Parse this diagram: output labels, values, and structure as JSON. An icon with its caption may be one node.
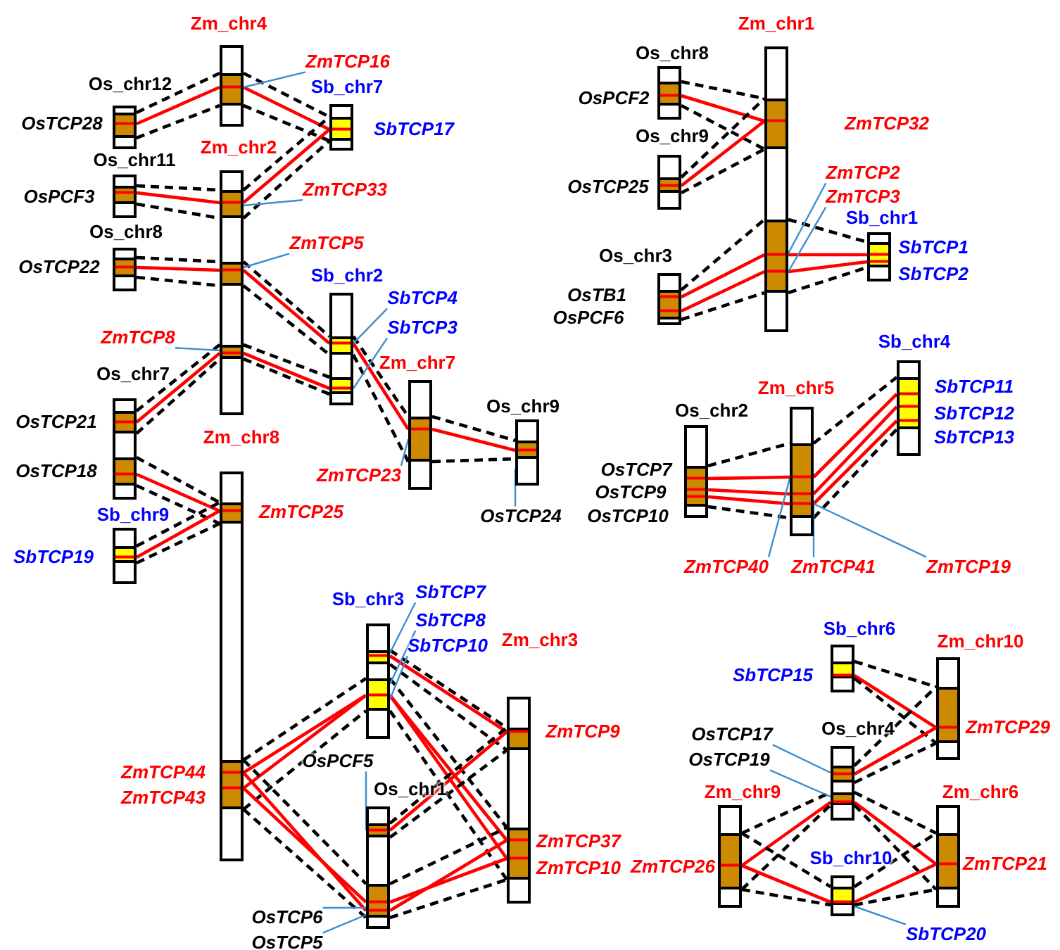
{
  "diagram": {
    "nodes": [
      {
        "text": [
          "Zm_chr4"
        ]
      },
      {
        "text": [
          "Os_chr12"
        ],
        "beside": [
          "OsTCP28"
        ]
      },
      {
        "text": [
          "Sb_chr7"
        ],
        "beside": [
          "SbTCP17"
        ]
      },
      {
        "text": [
          "Zm_chr2"
        ]
      },
      {
        "text": [
          "Os_chr11"
        ],
        "beside": [
          "OsPCF3"
        ]
      },
      {
        "text": [
          "Os_chr8"
        ],
        "beside": [
          "OsTCP22"
        ]
      },
      {
        "text": [
          "Sb_chr2"
        ]
      },
      {
        "text": [
          "Os_chr7"
        ],
        "beside": [
          "OsTCP21",
          "OsTCP18"
        ]
      },
      {
        "text": [
          "Zm_chr7"
        ]
      },
      {
        "text": [
          "Os_chr9"
        ]
      },
      {
        "text": [
          "Zm_chr8"
        ],
        "beside": [
          "ZmTCP25",
          "ZmTCP44",
          "ZmTCP43"
        ]
      },
      {
        "text": [
          "Sb_chr9"
        ],
        "beside": [
          "SbTCP19"
        ]
      },
      {
        "text": [
          "Sb_chr3"
        ]
      },
      {
        "text": [
          "Zm_chr3"
        ],
        "beside": [
          "ZmTCP9",
          "ZmTCP37",
          "ZmTCP10"
        ]
      },
      {
        "text": [
          "Os_chr1"
        ]
      },
      {
        "text": [
          "Zm_chr1"
        ],
        "beside": [
          "ZmTCP32"
        ]
      },
      {
        "text": [
          "Os_chr8"
        ],
        "beside": [
          "OsPCF2"
        ]
      },
      {
        "text": [
          "Os_chr9"
        ],
        "beside": [
          "OsTCP25"
        ]
      },
      {
        "text": [
          "Os_chr3"
        ],
        "beside": [
          "OsTB1",
          "OsPCF6"
        ]
      },
      {
        "text": [
          "Sb_chr1"
        ],
        "beside": [
          "SbTCP1",
          "SbTCP2"
        ]
      },
      {
        "text": [
          "Os_chr2"
        ],
        "beside": [
          "OsTCP7",
          "OsTCP9",
          "OsTCP10"
        ]
      },
      {
        "text": [
          "Zm_chr5"
        ]
      },
      {
        "text": [
          "Sb_chr4"
        ],
        "beside": [
          "SbTCP11",
          "SbTCP12",
          "SbTCP13"
        ]
      },
      {
        "text": [
          "Sb_chr6"
        ],
        "beside": [
          "SbTCP15"
        ]
      },
      {
        "text": [
          "Zm_chr10"
        ],
        "beside": [
          "ZmTCP29"
        ]
      },
      {
        "text": [
          "Os_chr4"
        ]
      },
      {
        "text": [
          "Zm_chr9"
        ],
        "beside": [
          "ZmTCP26"
        ]
      },
      {
        "text": [
          "Zm_chr6"
        ],
        "beside": [
          "ZmTCP21"
        ]
      },
      {
        "text": [
          "Sb_chr10"
        ]
      },
      {
        "text": [
          "ZmTCP16"
        ]
      },
      {
        "text": [
          "ZmTCP33"
        ]
      },
      {
        "text": [
          "ZmTCP5"
        ]
      },
      {
        "text": [
          "ZmTCP8"
        ]
      },
      {
        "text": [
          "SbTCP4"
        ]
      },
      {
        "text": [
          "SbTCP3"
        ]
      },
      {
        "text": [
          "ZmTCP23"
        ]
      },
      {
        "text": [
          "OsTCP24"
        ]
      },
      {
        "text": [
          "SbTCP7"
        ]
      },
      {
        "text": [
          "SbTCP8"
        ]
      },
      {
        "text": [
          "SbTCP10"
        ]
      },
      {
        "text": [
          "OsPCF5"
        ]
      },
      {
        "text": [
          "OsTCP6"
        ]
      },
      {
        "text": [
          "OsTCP5"
        ]
      },
      {
        "text": [
          "ZmTCP2"
        ]
      },
      {
        "text": [
          "ZmTCP3"
        ]
      },
      {
        "text": [
          "ZmTCP40"
        ]
      },
      {
        "text": [
          "ZmTCP41"
        ]
      },
      {
        "text": [
          "ZmTCP19"
        ]
      },
      {
        "text": [
          "OsTCP17"
        ]
      },
      {
        "text": [
          "OsTCP19"
        ]
      },
      {
        "text": [
          "SbTCP20"
        ]
      }
    ],
    "edges": [
      {
        "from": 1,
        "to": 0,
        "arrow": "none",
        "color": "#ff0000"
      },
      {
        "from": 1,
        "to": 0,
        "arrow": "none",
        "style": "dashed"
      },
      {
        "from": 1,
        "to": 0,
        "arrow": "none",
        "style": "dashed"
      },
      {
        "from": 0,
        "to": 2,
        "arrow": "none",
        "color": "#ff0000"
      },
      {
        "from": 0,
        "to": 2,
        "arrow": "none",
        "style": "dashed"
      },
      {
        "from": 0,
        "to": 2,
        "arrow": "none",
        "style": "dashed"
      },
      {
        "from": 4,
        "to": 3,
        "arrow": "none",
        "color": "#ff0000"
      },
      {
        "from": 4,
        "to": 3,
        "arrow": "none",
        "style": "dashed"
      },
      {
        "from": 4,
        "to": 3,
        "arrow": "none",
        "style": "dashed"
      },
      {
        "from": 3,
        "to": 2,
        "arrow": "none",
        "color": "#ff0000"
      },
      {
        "from": 3,
        "to": 2,
        "arrow": "none",
        "style": "dashed"
      },
      {
        "from": 3,
        "to": 2,
        "arrow": "none",
        "style": "dashed"
      },
      {
        "from": 5,
        "to": 3,
        "arrow": "none",
        "color": "#ff0000"
      },
      {
        "from": 5,
        "to": 3,
        "arrow": "none",
        "style": "dashed"
      },
      {
        "from": 5,
        "to": 3,
        "arrow": "none",
        "style": "dashed"
      },
      {
        "from": 3,
        "to": 6,
        "arrow": "none",
        "color": "#ff0000"
      },
      {
        "from": 3,
        "to": 6,
        "arrow": "none",
        "style": "dashed"
      },
      {
        "from": 3,
        "to": 6,
        "arrow": "none",
        "style": "dashed"
      },
      {
        "from": 7,
        "to": 3,
        "arrow": "none",
        "color": "#ff0000"
      },
      {
        "from": 7,
        "to": 3,
        "arrow": "none",
        "style": "dashed"
      },
      {
        "from": 7,
        "to": 3,
        "arrow": "none",
        "style": "dashed"
      },
      {
        "from": 3,
        "to": 6,
        "arrow": "none",
        "color": "#ff0000"
      },
      {
        "from": 3,
        "to": 6,
        "arrow": "none",
        "style": "dashed"
      },
      {
        "from": 3,
        "to": 6,
        "arrow": "none",
        "style": "dashed"
      },
      {
        "from": 6,
        "to": 8,
        "arrow": "none",
        "color": "#ff0000"
      },
      {
        "from": 6,
        "to": 8,
        "arrow": "none",
        "style": "dashed"
      },
      {
        "from": 6,
        "to": 8,
        "arrow": "none",
        "style": "dashed"
      },
      {
        "from": 8,
        "to": 9,
        "arrow": "none",
        "color": "#ff0000"
      },
      {
        "from": 8,
        "to": 9,
        "arrow": "none",
        "style": "dashed"
      },
      {
        "from": 8,
        "to": 9,
        "arrow": "none",
        "style": "dashed"
      },
      {
        "from": 7,
        "to": 10,
        "arrow": "none",
        "color": "#ff0000"
      },
      {
        "from": 7,
        "to": 10,
        "arrow": "none",
        "style": "dashed"
      },
      {
        "from": 7,
        "to": 10,
        "arrow": "none",
        "style": "dashed"
      },
      {
        "from": 11,
        "to": 10,
        "arrow": "none",
        "color": "#ff0000"
      },
      {
        "from": 11,
        "to": 10,
        "arrow": "none",
        "style": "dashed"
      },
      {
        "from": 11,
        "to": 10,
        "arrow": "none",
        "style": "dashed"
      },
      {
        "from": 10,
        "to": 12,
        "arrow": "none",
        "color": "#ff0000"
      },
      {
        "from": 10,
        "to": 12,
        "arrow": "none",
        "color": "#ff0000"
      },
      {
        "from": 10,
        "to": 12,
        "arrow": "none",
        "style": "dashed"
      },
      {
        "from": 10,
        "to": 12,
        "arrow": "none",
        "style": "dashed"
      },
      {
        "from": 10,
        "to": 14,
        "arrow": "none",
        "color": "#ff0000"
      },
      {
        "from": 10,
        "to": 14,
        "arrow": "none",
        "color": "#ff0000"
      },
      {
        "from": 10,
        "to": 14,
        "arrow": "none",
        "style": "dashed"
      },
      {
        "from": 10,
        "to": 14,
        "arrow": "none",
        "style": "dashed"
      },
      {
        "from": 12,
        "to": 13,
        "arrow": "none",
        "color": "#ff0000"
      },
      {
        "from": 12,
        "to": 13,
        "arrow": "none",
        "style": "dashed"
      },
      {
        "from": 12,
        "to": 13,
        "arrow": "none",
        "style": "dashed"
      },
      {
        "from": 12,
        "to": 13,
        "arrow": "none",
        "color": "#ff0000"
      },
      {
        "from": 12,
        "to": 13,
        "arrow": "none",
        "color": "#ff0000"
      },
      {
        "from": 12,
        "to": 13,
        "arrow": "none",
        "style": "dashed"
      },
      {
        "from": 12,
        "to": 13,
        "arrow": "none",
        "style": "dashed"
      },
      {
        "from": 14,
        "to": 13,
        "arrow": "none",
        "color": "#ff0000"
      },
      {
        "from": 14,
        "to": 13,
        "arrow": "none",
        "style": "dashed"
      },
      {
        "from": 14,
        "to": 13,
        "arrow": "none",
        "style": "dashed"
      },
      {
        "from": 14,
        "to": 13,
        "arrow": "none",
        "color": "#ff0000"
      },
      {
        "from": 14,
        "to": 13,
        "arrow": "none",
        "color": "#ff0000"
      },
      {
        "from": 14,
        "to": 13,
        "arrow": "none",
        "style": "dashed"
      },
      {
        "from": 14,
        "to": 13,
        "arrow": "none",
        "style": "dashed"
      },
      {
        "from": 16,
        "to": 15,
        "arrow": "none",
        "color": "#ff0000"
      },
      {
        "from": 16,
        "to": 15,
        "arrow": "none",
        "style": "dashed"
      },
      {
        "from": 16,
        "to": 15,
        "arrow": "none",
        "style": "dashed"
      },
      {
        "from": 17,
        "to": 15,
        "arrow": "none",
        "color": "#ff0000"
      },
      {
        "from": 17,
        "to": 15,
        "arrow": "none",
        "style": "dashed"
      },
      {
        "from": 17,
        "to": 15,
        "arrow": "none",
        "style": "dashed"
      },
      {
        "from": 18,
        "to": 15,
        "arrow": "none",
        "color": "#ff0000"
      },
      {
        "from": 18,
        "to": 15,
        "arrow": "none",
        "color": "#ff0000"
      },
      {
        "from": 18,
        "to": 15,
        "arrow": "none",
        "style": "dashed"
      },
      {
        "from": 18,
        "to": 15,
        "arrow": "none",
        "style": "dashed"
      },
      {
        "from": 15,
        "to": 19,
        "arrow": "none",
        "color": "#ff0000"
      },
      {
        "from": 15,
        "to": 19,
        "arrow": "none",
        "color": "#ff0000"
      },
      {
        "from": 15,
        "to": 19,
        "arrow": "none",
        "style": "dashed"
      },
      {
        "from": 15,
        "to": 19,
        "arrow": "none",
        "style": "dashed"
      },
      {
        "from": 20,
        "to": 21,
        "arrow": "none",
        "color": "#ff0000"
      },
      {
        "from": 20,
        "to": 21,
        "arrow": "none",
        "color": "#ff0000"
      },
      {
        "from": 20,
        "to": 21,
        "arrow": "none",
        "color": "#ff0000"
      },
      {
        "from": 20,
        "to": 21,
        "arrow": "none",
        "style": "dashed"
      },
      {
        "from": 20,
        "to": 21,
        "arrow": "none",
        "style": "dashed"
      },
      {
        "from": 21,
        "to": 22,
        "arrow": "none",
        "color": "#ff0000"
      },
      {
        "from": 21,
        "to": 22,
        "arrow": "none",
        "color": "#ff0000"
      },
      {
        "from": 21,
        "to": 22,
        "arrow": "none",
        "color": "#ff0000"
      },
      {
        "from": 21,
        "to": 22,
        "arrow": "none",
        "style": "dashed"
      },
      {
        "from": 21,
        "to": 22,
        "arrow": "none",
        "style": "dashed"
      },
      {
        "from": 23,
        "to": 24,
        "arrow": "none",
        "color": "#ff0000"
      },
      {
        "from": 23,
        "to": 24,
        "arrow": "none",
        "style": "dashed"
      },
      {
        "from": 23,
        "to": 24,
        "arrow": "none",
        "style": "dashed"
      },
      {
        "from": 25,
        "to": 24,
        "arrow": "none",
        "color": "#ff0000"
      },
      {
        "from": 25,
        "to": 24,
        "arrow": "none",
        "style": "dashed"
      },
      {
        "from": 25,
        "to": 24,
        "arrow": "none",
        "style": "dashed"
      },
      {
        "from": 26,
        "to": 25,
        "arrow": "none",
        "color": "#ff0000"
      },
      {
        "from": 26,
        "to": 25,
        "arrow": "none",
        "style": "dashed"
      },
      {
        "from": 26,
        "to": 25,
        "arrow": "none",
        "style": "dashed"
      },
      {
        "from": 25,
        "to": 27,
        "arrow": "none",
        "color": "#ff0000"
      },
      {
        "from": 25,
        "to": 27,
        "arrow": "none",
        "style": "dashed"
      },
      {
        "from": 25,
        "to": 27,
        "arrow": "none",
        "style": "dashed"
      },
      {
        "from": 26,
        "to": 28,
        "arrow": "none",
        "color": "#ff0000"
      },
      {
        "from": 26,
        "to": 28,
        "arrow": "none",
        "style": "dashed"
      },
      {
        "from": 26,
        "to": 28,
        "arrow": "none",
        "style": "dashed"
      },
      {
        "from": 28,
        "to": 27,
        "arrow": "none",
        "color": "#ff0000"
      },
      {
        "from": 28,
        "to": 27,
        "arrow": "none",
        "style": "dashed"
      },
      {
        "from": 28,
        "to": 27,
        "arrow": "none",
        "style": "dashed"
      },
      {
        "from": 29,
        "to": 0,
        "arrow": "none",
        "color": "#3c8dd0"
      },
      {
        "from": 30,
        "to": 3,
        "arrow": "none",
        "color": "#3c8dd0"
      },
      {
        "from": 31,
        "to": 3,
        "arrow": "none",
        "color": "#3c8dd0"
      },
      {
        "from": 32,
        "to": 3,
        "arrow": "none",
        "color": "#3c8dd0"
      },
      {
        "from": 33,
        "to": 6,
        "arrow": "none",
        "color": "#3c8dd0"
      },
      {
        "from": 34,
        "to": 6,
        "arrow": "none",
        "color": "#3c8dd0"
      },
      {
        "from": 35,
        "to": 8,
        "arrow": "none",
        "color": "#3c8dd0"
      },
      {
        "from": 36,
        "to": 9,
        "arrow": "none",
        "color": "#3c8dd0"
      },
      {
        "from": 37,
        "to": 12,
        "arrow": "none",
        "color": "#3c8dd0"
      },
      {
        "from": 38,
        "to": 12,
        "arrow": "none",
        "color": "#3c8dd0"
      },
      {
        "from": 39,
        "to": 12,
        "arrow": "none",
        "color": "#3c8dd0"
      },
      {
        "from": 40,
        "to": 14,
        "arrow": "none",
        "color": "#3c8dd0"
      },
      {
        "from": 41,
        "to": 14,
        "arrow": "none",
        "color": "#3c8dd0"
      },
      {
        "from": 42,
        "to": 14,
        "arrow": "none",
        "color": "#3c8dd0"
      },
      {
        "from": 43,
        "to": 15,
        "arrow": "none",
        "color": "#3c8dd0"
      },
      {
        "from": 44,
        "to": 15,
        "arrow": "none",
        "color": "#3c8dd0"
      },
      {
        "from": 45,
        "to": 21,
        "arrow": "none",
        "color": "#3c8dd0"
      },
      {
        "from": 46,
        "to": 21,
        "arrow": "none",
        "color": "#3c8dd0"
      },
      {
        "from": 47,
        "to": 21,
        "arrow": "none",
        "color": "#3c8dd0"
      },
      {
        "from": 48,
        "to": 25,
        "arrow": "none",
        "color": "#3c8dd0"
      },
      {
        "from": 49,
        "to": 25,
        "arrow": "none",
        "color": "#3c8dd0"
      },
      {
        "from": 50,
        "to": 28,
        "arrow": "none",
        "color": "#3c8dd0"
      }
    ]
  }
}
